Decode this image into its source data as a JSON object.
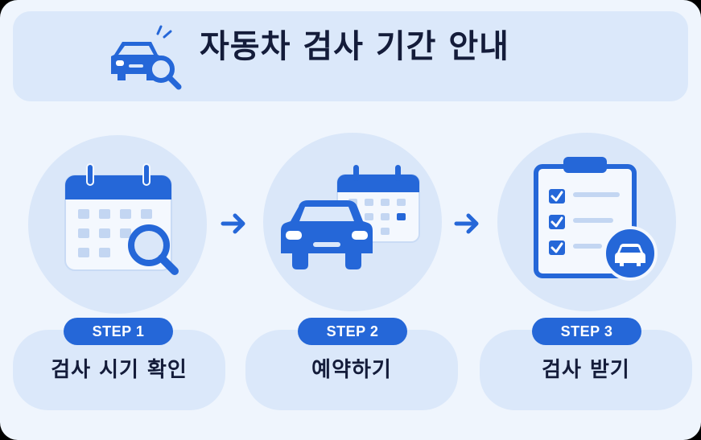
{
  "title": "자동차 검사 기간 안내",
  "colors": {
    "primary": "#2567d8",
    "light": "#dae7f9",
    "background": "#eff5fd",
    "text": "#141c3a"
  },
  "header_icon": "car-search-icon",
  "steps": [
    {
      "badge": "STEP 1",
      "label": "검사 시기 확인",
      "icon": "calendar-search-icon"
    },
    {
      "badge": "STEP 2",
      "label": "예약하기",
      "icon": "car-calendar-icon"
    },
    {
      "badge": "STEP 3",
      "label": "검사 받기",
      "icon": "checklist-car-icon"
    }
  ],
  "arrow_icon": "arrow-right-icon"
}
